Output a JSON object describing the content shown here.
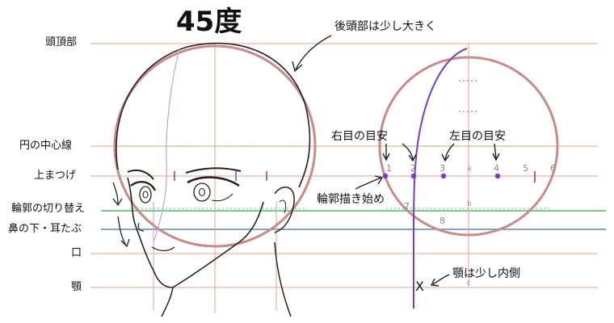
{
  "title": "45度",
  "guide_labels": {
    "crown": "頭頂部",
    "circle_center_line": "円の中心線",
    "upper_lashes": "上まつげ",
    "contour_switch": "輪郭の切り替え",
    "nose_bottom_earlobe": "鼻の下・耳たぶ",
    "mouth": "口",
    "chin": "顎"
  },
  "annotations": {
    "back_of_head": "後頭部は少し大きく",
    "right_eye": "右目の目安",
    "left_eye": "左目の目安",
    "contour_start": "輪郭描き始め",
    "chin_inside": "顎は少し内側"
  },
  "scale_numbers": [
    "1",
    "2",
    "3",
    "4",
    "5",
    "6",
    "7",
    "8"
  ],
  "scale_letters": [
    "a",
    "b",
    "c"
  ],
  "x_mark": "X",
  "colors": {
    "guide_line": "#e8a08c",
    "circle": "#c98a8a",
    "green_line": "#2fa84f",
    "blue_line": "#3a6ea8",
    "purple": "#7a3cc4",
    "light_purple": "#b490d8",
    "dotted": "#e07070",
    "green_dotted": "#8ad28a"
  }
}
